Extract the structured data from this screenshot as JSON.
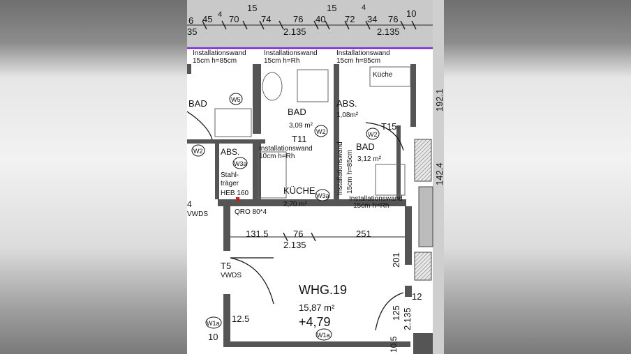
{
  "title_dims_top": [
    "6",
    "45",
    "4",
    "70",
    "15",
    "74",
    "76",
    "40",
    "15",
    "72",
    "4",
    "34",
    "76",
    "10"
  ],
  "title_dims_mid": [
    "35",
    "2.135",
    "2.135"
  ],
  "labels": {
    "installationswand": "Installationswand",
    "h85": "15cm  h=85cm",
    "hrh": "15cm  h=Rh",
    "h85b": "15cm  h=85cm",
    "kuche_top": "Küche",
    "bad_left": "BAD",
    "bad_mid": "BAD",
    "bad_mid_area": "3,09 m²",
    "abs_top": "ABS.",
    "abs_top_area": "1,08m²",
    "t15": "T15",
    "t11": "T11",
    "inst_wand_10": "Installationswand",
    "inst_10cm": "10cm  h=Rh",
    "bad_right": "BAD",
    "bad_right_area": "3,12 m²",
    "abs_left": "ABS.",
    "stahl1": "Stahl-",
    "stahl2": "träger",
    "stahl3": "HEB 160",
    "kuche": "KÜCHE",
    "kuche_area": "2,70 m²",
    "inst_vert": "Installationswand",
    "inst_vert2": "15cm  h=85cm",
    "inst_bottom": "Installationswand",
    "inst_bottom2": "15cm  h=Rh",
    "qro": "QRO 80*4",
    "num4": "4",
    "vwds_left": "VWDS",
    "dim_1315": "131.5",
    "dim_76": "76",
    "dim_251": "251",
    "dim_2135": "2.135",
    "dim_201": "201",
    "t5": "T5",
    "vwds_t5": "VWDS",
    "whg": "WHG.19",
    "whg_area": "15,87 m²",
    "whg_level": "+4,79",
    "dim_125": "12.5",
    "dim_10": "10",
    "dim_125b": "125",
    "dim_2135b": "2.135",
    "dim_12": "12",
    "dim_105": "10.5",
    "r1921": "192.1",
    "r1424": "142.4",
    "w5": "W5",
    "w2a": "W2",
    "w2b": "W2",
    "w2c": "W2",
    "w3a": "W3a",
    "w3b": "W3a",
    "w1a": "W1a",
    "w1b": "W1a"
  },
  "colors": {
    "accent": "#7a2bd6",
    "marker": "#d01818"
  }
}
